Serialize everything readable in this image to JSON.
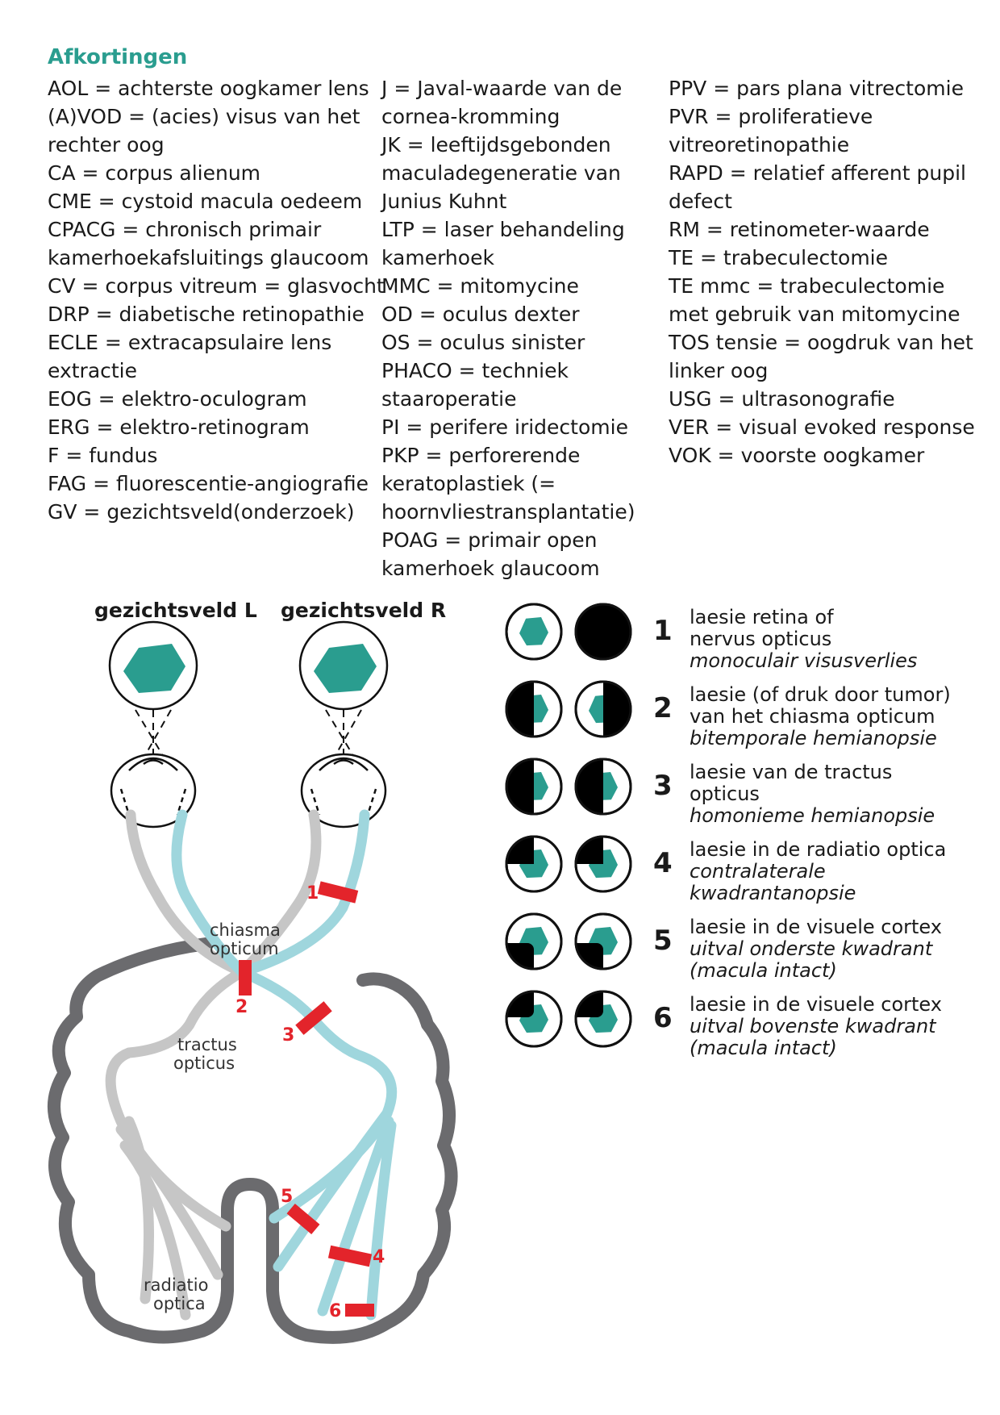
{
  "abbreviations": {
    "title": "Afkortingen",
    "column1": [
      "AOL = achterste oogkamer lens",
      "(A)VOD = (acies) visus van het",
      "rechter oog",
      "CA = corpus alienum",
      "CME = cystoid macula oedeem",
      "CPACG = chronisch primair",
      "kamerhoekafsluitings glaucoom",
      "CV = corpus vitreum = glasvocht",
      "DRP = diabetische retinopathie",
      "ECLE = extracapsulaire lens",
      "extractie",
      "EOG = elektro-oculogram",
      "ERG = elektro-retinogram",
      "F = fundus",
      "FAG = fluorescentie-angiografie",
      "GV = gezichtsveld(onderzoek)"
    ],
    "column2": [
      "J = Javal-waarde van de",
      "cornea-kromming",
      "JK = leeftijdsgebonden",
      "maculadegeneratie van",
      "Junius Kuhnt",
      "LTP = laser behandeling",
      "kamerhoek",
      "MMC = mitomycine",
      "OD = oculus dexter",
      "OS = oculus sinister",
      "PHACO = techniek",
      "staaroperatie",
      "PI = perifere iridectomie",
      "PKP = perforerende",
      "keratoplastiek (=",
      "hoornvliestransplantatie)",
      "POAG = primair open",
      "kamerhoek glaucoom"
    ],
    "column3": [
      "PPV = pars plana vitrectomie",
      "PVR = proliferatieve",
      "vitreoretinopathie",
      "RAPD = relatief afferent pupil",
      "defect",
      "RM = retinometer-waarde",
      "TE = trabeculectomie",
      "TE mmc = trabeculectomie",
      "met gebruik van mitomycine",
      "TOS tensie = oogdruk van het",
      "linker oog",
      "USG = ultrasonografie",
      "VER = visual evoked response",
      "VOK = voorste oogkamer"
    ]
  },
  "diagram": {
    "field_left_label": "gezichtsveld L",
    "field_right_label": "gezichtsveld R",
    "chiasma_label": [
      "chiasma",
      "opticum"
    ],
    "tractus_label": [
      "tractus",
      "opticus"
    ],
    "radiatio_label": [
      "radiatio",
      "optica"
    ],
    "lesion_numbers": [
      "1",
      "2",
      "3",
      "4",
      "5",
      "6"
    ],
    "colors": {
      "teal": "#2a9d8f",
      "light_blue": "#9fd6dd",
      "grey": "#c4c4c4",
      "dark_grey": "#666666",
      "lesion_red": "#e3242b"
    }
  },
  "legend": [
    {
      "number": "1",
      "lines": [
        "laesie retina of",
        "nervus opticus"
      ],
      "italic": [
        "monoculair visusverlies"
      ]
    },
    {
      "number": "2",
      "lines": [
        "laesie (of druk door tumor)",
        "van het chiasma opticum"
      ],
      "italic": [
        "bitemporale hemianopsie"
      ]
    },
    {
      "number": "3",
      "lines": [
        "laesie van de tractus",
        "opticus"
      ],
      "italic": [
        "homonieme hemianopsie"
      ]
    },
    {
      "number": "4",
      "lines": [
        "laesie in de radiatio optica"
      ],
      "italic": [
        "contralaterale",
        "kwadrantanopsie"
      ]
    },
    {
      "number": "5",
      "lines": [
        "laesie in de visuele cortex"
      ],
      "italic": [
        "uitval onderste kwadrant",
        "(macula intact)"
      ]
    },
    {
      "number": "6",
      "lines": [
        "laesie in de visuele cortex"
      ],
      "italic": [
        "uitval bovenste kwadrant",
        "(macula intact)"
      ]
    }
  ]
}
